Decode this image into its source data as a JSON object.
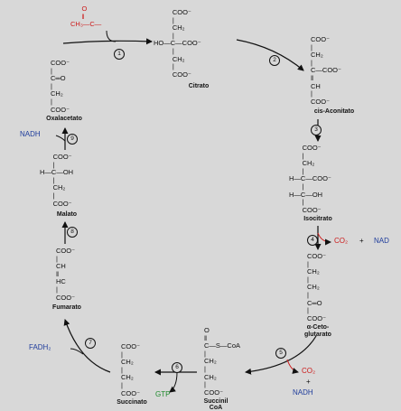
{
  "colors": {
    "nadh": "#1f3d9c",
    "co2": "#cc1a1a",
    "gtp": "#1e8a2c",
    "acetyl": "#cc1a1a"
  },
  "acetyl": {
    "rows": [
      "      O",
      "      ‖",
      "CH₃—C—"
    ]
  },
  "steps": [
    "1",
    "2",
    "3",
    "4",
    "5",
    "6",
    "7",
    "8",
    "9"
  ],
  "molecules": {
    "citrato": {
      "name": "Citrato",
      "rows": [
        "          COO⁻",
        "          |",
        "          CH₂",
        "          |",
        "HO—C—COO⁻",
        "          |",
        "          CH₂",
        "          |",
        "          COO⁻"
      ]
    },
    "cis_aconitato": {
      "name": "cis-Aconitato",
      "rows": [
        "COO⁻",
        "|",
        "CH₂",
        "|",
        "C—COO⁻",
        "‖",
        "CH",
        "|",
        "COO⁻"
      ]
    },
    "isocitrato": {
      "name": "Isocitrato",
      "rows": [
        "       COO⁻",
        "       |",
        "       CH₂",
        "       |",
        "H—C—COO⁻",
        "       |",
        "H—C—OH",
        "       |",
        "       COO⁻"
      ]
    },
    "a_cetoglutarato": {
      "name_line1": "α-Ceto-",
      "name_line2": "glutarato",
      "rows": [
        "COO⁻",
        "|",
        "CH₂",
        "|",
        "CH₂",
        "|",
        "C═O",
        "|",
        "COO⁻"
      ]
    },
    "succinil_coa": {
      "name_line1": "Succinil",
      "name_line2": "CoA",
      "rows": [
        "O",
        "‖",
        "C—S—CoA",
        "|",
        "CH₂",
        "|",
        "CH₂",
        "|",
        "COO⁻"
      ]
    },
    "succinato": {
      "name": "Succinato",
      "rows": [
        "COO⁻",
        "|",
        "CH₂",
        "|",
        "CH₂",
        "|",
        "COO⁻"
      ]
    },
    "fumarato": {
      "name": "Fumarato",
      "rows": [
        "COO⁻",
        "|",
        "CH",
        "‖",
        "HC",
        "|",
        "COO⁻"
      ]
    },
    "malato": {
      "name": "Malato",
      "rows": [
        "       COO⁻",
        "       |",
        "H—C—OH",
        "       |",
        "       CH₂",
        "       |",
        "       COO⁻"
      ]
    },
    "oxalacetato": {
      "name": "Oxalacetato",
      "rows": [
        "COO⁻",
        "|",
        "C═O",
        "|",
        "CH₂",
        "|",
        "COO⁻"
      ]
    }
  },
  "cofactors": {
    "nadh_top": "NADH",
    "co2_step4": "CO₂",
    "plus_step4": "+",
    "nad_step4": "NAD",
    "co2_step5": "CO₂",
    "plus_step5": "+",
    "nadh_step5": "NADH",
    "gtp": "GTP",
    "fadh2": "FADH₂"
  }
}
